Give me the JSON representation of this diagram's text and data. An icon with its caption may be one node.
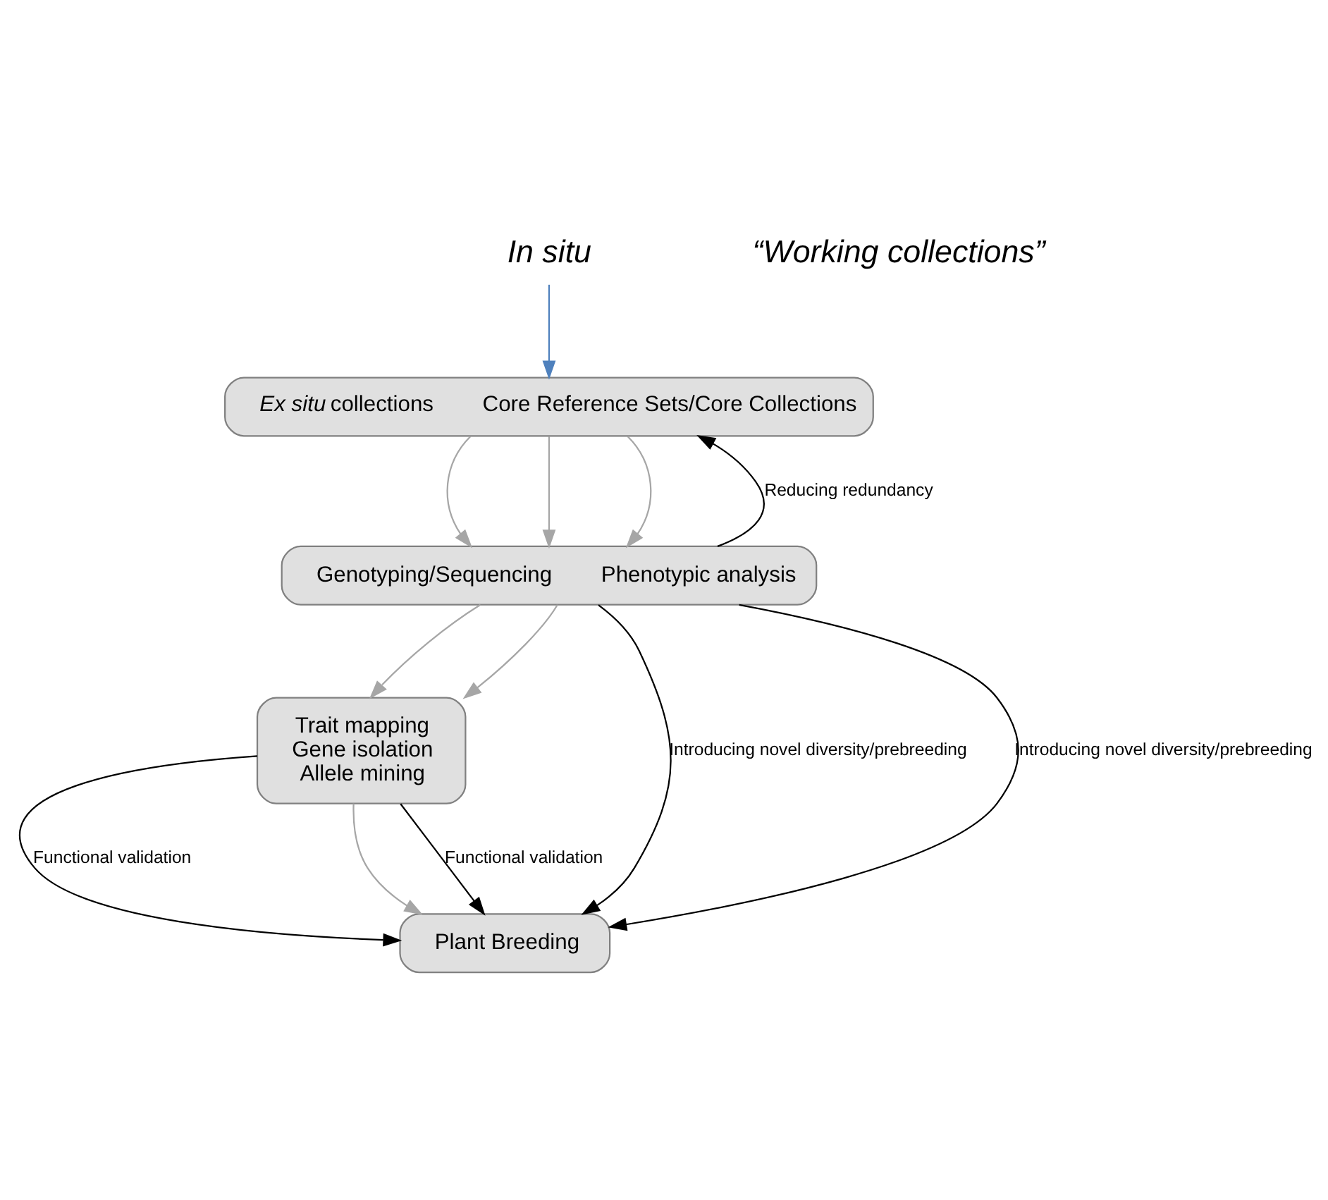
{
  "diagram": {
    "nodes": [
      {
        "text": [
          "In situ"
        ]
      },
      {
        "text": [
          "*Ex situ* collections",
          "Core Reference Sets/Core Collections"
        ]
      },
      {
        "text": [
          "Genotyping/Sequencing",
          "Phenotypic analysis"
        ]
      },
      {
        "text": [
          "Trait mapping",
          "Gene isolation",
          "Allele mining"
        ]
      },
      {
        "text": [
          "Plant Breeding"
        ]
      }
    ],
    "edges": [
      {
        "from": 0,
        "to": 1,
        "arrow": "to",
        "color": "#4f81bd"
      },
      {
        "from": 1,
        "to": 2,
        "arrow": "to"
      },
      {
        "from": 1,
        "to": 2,
        "arrow": "to"
      },
      {
        "from": 1,
        "to": 2,
        "arrow": "to"
      },
      {
        "from": 2,
        "to": 1,
        "arrow": "to",
        "label": "Reducing redundancy",
        "color": "#000000"
      },
      {
        "from": 2,
        "to": 3,
        "arrow": "to"
      },
      {
        "from": 2,
        "to": 3,
        "arrow": "to"
      },
      {
        "from": 2,
        "to": 4,
        "arrow": "to",
        "label": "Introducing novel diversity/prebreeding",
        "color": "#000000"
      },
      {
        "from": 3,
        "to": 4,
        "arrow": "to",
        "label": "Functional validation",
        "color": "#000000"
      },
      {
        "from": 3,
        "to": 4,
        "arrow": "to"
      },
      {
        "from": 3,
        "to": 4,
        "arrow": "to",
        "label": "Functional validation",
        "color": "#000000"
      },
      {
        "from": 2,
        "to": 4,
        "arrow": "to",
        "label": "Introducing novel diversity/prebreeding",
        "color": "#000000"
      }
    ],
    "labels": [
      "“Working collections”"
    ]
  }
}
